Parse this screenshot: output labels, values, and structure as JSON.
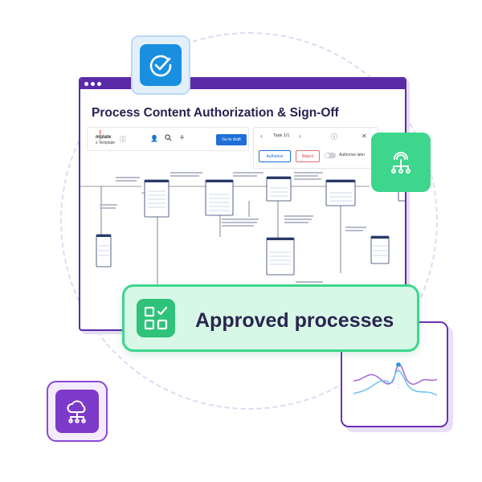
{
  "window": {
    "title": "Process Content Authorization & Sign-Off",
    "toolbar": {
      "template_line1": "mplate",
      "template_line2": "s Template",
      "go_to_draft": "Go to draft"
    },
    "task_panel": {
      "prev_icon": "chevron-left-icon",
      "next_icon": "chevron-right-icon",
      "task_label": "Task 1/1",
      "authorise_button": "Authorise",
      "reject_button": "Reject",
      "authorise_later_label": "Authorise later"
    }
  },
  "badge": {
    "label": "Approved processes",
    "icon": "checklist-grid-icon"
  },
  "tiles": {
    "check_tile_icon": "check-circle-icon",
    "network_tile_icon": "org-network-icon",
    "cloud_tile_icon": "cloud-network-icon",
    "chart_card_icon": "line-chart-icon"
  },
  "colors": {
    "window_border": "#5b2aa6",
    "primary_blue": "#1e6fd6",
    "green_accent": "#3dd68c",
    "badge_bg": "#d7f8e6",
    "purple": "#7d39c9",
    "check_blue": "#1a8fe0"
  }
}
